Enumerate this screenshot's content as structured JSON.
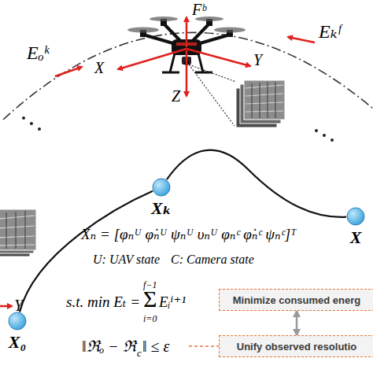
{
  "diagram": {
    "nodes": [
      {
        "text": [
          "X₀"
        ]
      },
      {
        "text": [
          "Xₖ"
        ]
      },
      {
        "text": [
          "X"
        ]
      },
      {
        "text": [
          "Minimize consumed energ"
        ]
      },
      {
        "text": [
          "Unify observed resolutio"
        ]
      }
    ],
    "edges": [
      {
        "from": 0,
        "to": 1,
        "arrow": "none"
      },
      {
        "from": 1,
        "to": 2,
        "arrow": "none"
      },
      {
        "from": 3,
        "to": 4,
        "arrow": "both"
      }
    ],
    "labels": [
      "Eₒᵏ",
      "Eₖᶠ",
      "Fᵇ",
      "X",
      "Y",
      "Z",
      "Y",
      "Xₙ = [φₙᵁ φ̇ₙᵁ ψₙᵁ υₙᵁ φₙᶜ φ̇ₙᶜ ψₙᶜ]ᵀ",
      "U: UAV state",
      "C: Camera state",
      "s.t. min Eₜ =",
      "f−1",
      "Σ",
      "i=0",
      "Eᵢⁱ⁺¹",
      "‖ℜₒ − ℜ",
      "c",
      "‖ ≤ ε"
    ]
  }
}
